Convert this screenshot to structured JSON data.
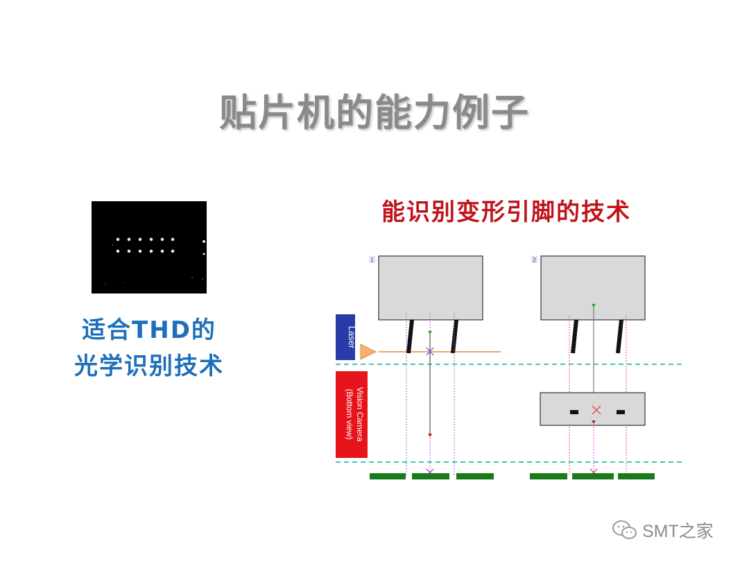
{
  "slide": {
    "title": "贴片机的能力例子",
    "right_heading": "能识别变形引脚的技术",
    "left_caption_line1": "适合THD的",
    "left_caption_line2": "光学识别技术"
  },
  "diagram": {
    "panel1_number": "1",
    "panel2_number": "2",
    "laser_label": "Laser",
    "camera_label_line1": "Vision Camera",
    "camera_label_line2": "(Bottom view)"
  },
  "watermark": {
    "text": "SMT之家",
    "icon": "wechat-icon"
  },
  "colors": {
    "title": "#8a8a8a",
    "heading": "#c0141c",
    "caption": "#1e6fba",
    "laser_box": "#2a3aa8",
    "camera_box": "#e8141c",
    "pads": "#1a7a1a",
    "laser_beam": "#f4a460",
    "dashed_lines": "#3fc8b8"
  }
}
